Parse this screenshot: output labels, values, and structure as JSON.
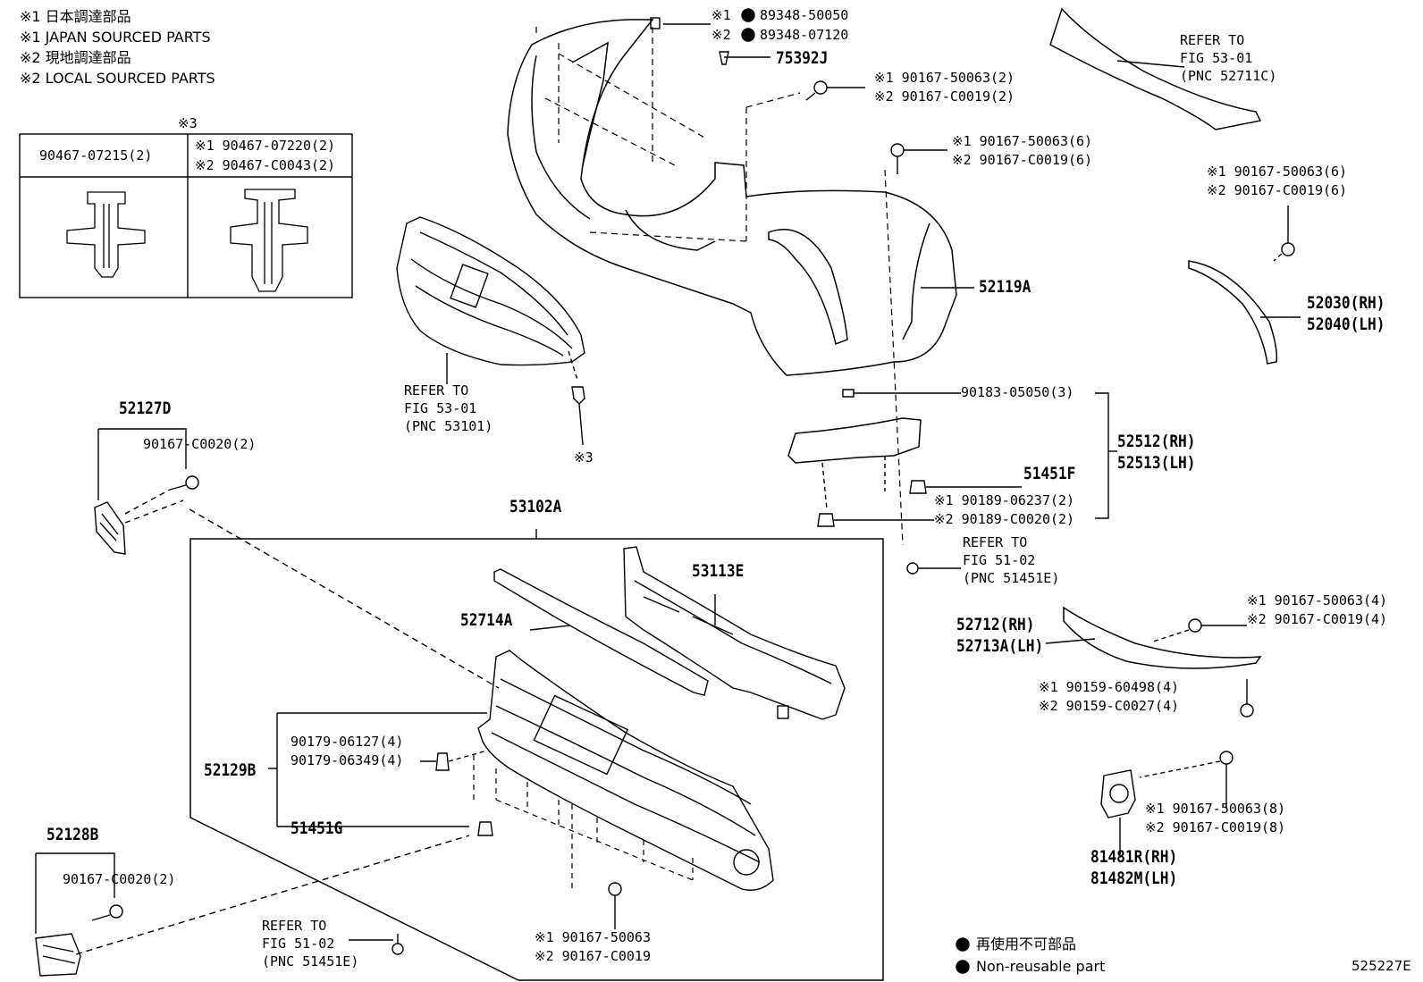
{
  "notes": {
    "n1_jp": "※1 日本調達部品",
    "n1_en": "※1 JAPAN SOURCED PARTS",
    "n2_jp": "※2 現地調達部品",
    "n2_en": "※2 LOCAL SOURCED PARTS"
  },
  "clip_table": {
    "header_mark": "※3",
    "col1": "90467-07215(2)",
    "col2_line1": "※1 90467-07220(2)",
    "col2_line2": "※2 90467-C0043(2)"
  },
  "labels": {
    "p89348_1": "※1",
    "p89348_1_num": "89348-50050",
    "p89348_2": "※2",
    "p89348_2_num": "89348-07120",
    "p75392": "75392J",
    "s90167_top_1": "※1 90167-50063(2)",
    "s90167_top_2": "※2 90167-C0019(2)",
    "ref_52711_1": "REFER TO",
    "ref_52711_2": "FIG 53-01",
    "ref_52711_3": "(PNC 52711C)",
    "s90167_mid_1": "※1 90167-50063(6)",
    "s90167_mid_2": "※2 90167-C0019(6)",
    "s90167_right_1": "※1 90167-50063(6)",
    "s90167_right_2": "※2 90167-C0019(6)",
    "p52119": "52119A",
    "p52030": "52030(RH)",
    "p52040": "52040(LH)",
    "ref_53101_1": "REFER TO",
    "ref_53101_2": "FIG 53-01",
    "ref_53101_3": "(PNC 53101)",
    "mark3": "※3",
    "p52127": "52127D",
    "s90167_c0020_a": "90167-C0020(2)",
    "p90183": "90183-05050(3)",
    "p52512": "52512(RH)",
    "p52513": "52513(LH)",
    "p51451F": "51451F",
    "s90189_1": "※1 90189-06237(2)",
    "s90189_2": "※2 90189-C0020(2)",
    "ref_51451_1": "REFER TO",
    "ref_51451_2": "FIG 51-02",
    "ref_51451_3": "(PNC 51451E)",
    "p53102": "53102A",
    "p53113": "53113E",
    "p52714": "52714A",
    "p52712": "52712(RH)",
    "p52713": "52713A(LH)",
    "s90167_4_1": "※1 90167-50063(4)",
    "s90167_4_2": "※2 90167-C0019(4)",
    "s90159_1": "※1 90159-60498(4)",
    "s90159_2": "※2 90159-C0027(4)",
    "s90179_1": "90179-06127(4)",
    "s90179_2": "90179-06349(4)",
    "p52129": "52129B",
    "p51451G": "51451G",
    "s90167_8_1": "※1 90167-50063(8)",
    "s90167_8_2": "※2 90167-C0019(8)",
    "p81481": "81481R(RH)",
    "p81482": "81482M(LH)",
    "p52128": "52128B",
    "s90167_c0020_b": "90167-C0020(2)",
    "ref_51451b_1": "REFER TO",
    "ref_51451b_2": "FIG 51-02",
    "ref_51451b_3": "(PNC 51451E)",
    "s90167_bot_1": "※1 90167-50063",
    "s90167_bot_2": "※2 90167-C0019"
  },
  "legend": {
    "jp": "再使用不可部品",
    "en": "Non-reusable part"
  },
  "figure_id": "525227E"
}
